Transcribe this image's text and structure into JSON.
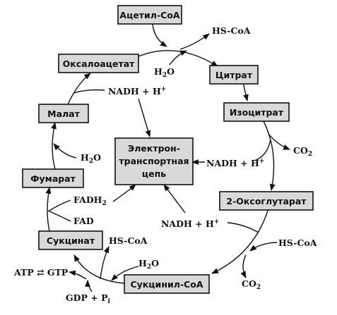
{
  "boxes": {
    "acetyl_coa": "Ацетил-CoA",
    "oxaloacetate": "Оксалоацетат",
    "citrate": "Цитрат",
    "isocitrate": "Изоцитрат",
    "malate": "Малат",
    "etc_line1": "Электрон-",
    "etc_line2": "транспортная",
    "etc_line3": "цепь",
    "fumarate": "Фумарат",
    "oxoglutarate": "2-Оксоглутарат",
    "succinate": "Сукцинат",
    "succinyl_coa": "Сукцинил-CoA"
  },
  "labels": {
    "hs_coa_top": "HS-CoA",
    "h2o_top_h": "H",
    "h2o_top_sub": "2",
    "h2o_top_o": "O",
    "nadh_top": "NADH + H",
    "nadh_top_sup": "+",
    "co2_right_c": "CO",
    "co2_right_sub": "2",
    "nadh_mid": "NADH + H",
    "nadh_mid_sup": "+",
    "h2o_left_h": "H",
    "h2o_left_sub": "2",
    "h2o_left_o": "O",
    "fadh2": "FADH",
    "fadh2_sub": "2",
    "fad": "FAD",
    "nadh_low": "NADH + H",
    "nadh_low_sup": "+",
    "hs_coa_right": "HS-CoA",
    "hs_coa_mid": "HS-CoA",
    "co2_bottom_c": "CO",
    "co2_bottom_sub": "2",
    "h2o_bottom_h": "H",
    "h2o_bottom_sub": "2",
    "h2o_bottom_o": "O",
    "atp_gtp": "ATP ⇄ GTP",
    "gdp_pi": "GDP + P",
    "gdp_pi_sub": "i"
  }
}
